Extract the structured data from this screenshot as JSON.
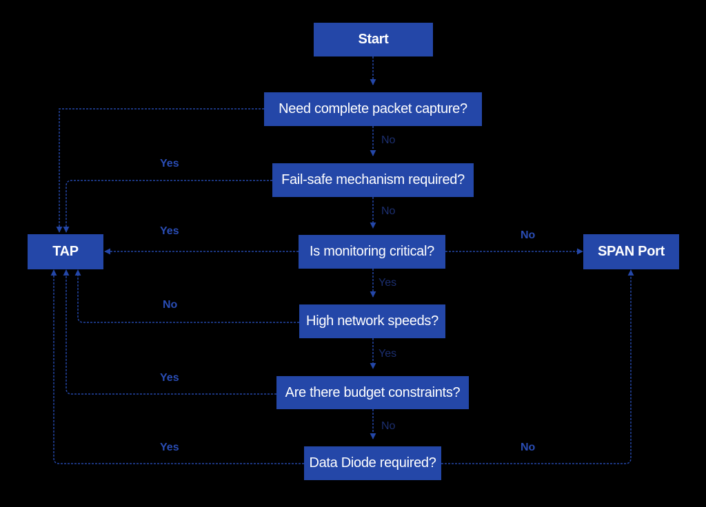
{
  "colors": {
    "node_fill": "#2447a8",
    "background": "#000000",
    "edge": "#2447a8",
    "label": "#2a4db5"
  },
  "nodes": {
    "start": "Start",
    "q1": "Need complete packet capture?",
    "q2": "Fail-safe mechanism required?",
    "q3": "Is monitoring critical?",
    "q4": "High network speeds?",
    "q5": "Are there budget constraints?",
    "q6": "Data Diode required?",
    "tap": "TAP",
    "span": "SPAN Port"
  },
  "edge_labels": {
    "q1_no": "No",
    "q2_yes": "Yes",
    "q2_no": "No",
    "q3_yes": "Yes",
    "q3_no": "No",
    "q3_yes_down": "Yes",
    "q4_no": "No",
    "q4_yes": "Yes",
    "q5_yes": "Yes",
    "q5_no": "No",
    "q6_yes": "Yes",
    "q6_no": "No"
  }
}
